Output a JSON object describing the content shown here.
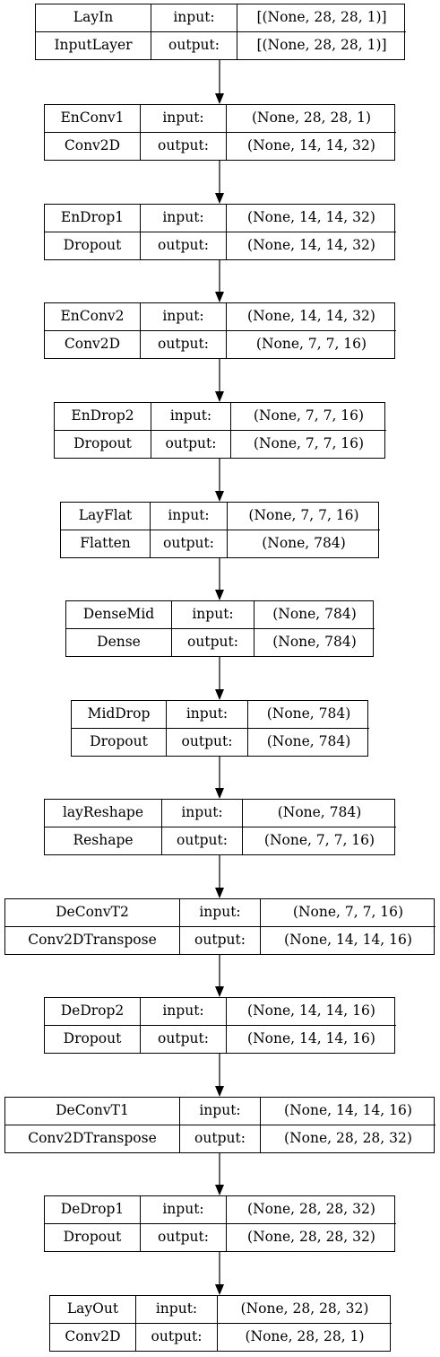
{
  "layers": [
    {
      "name": "LayIn",
      "type": "InputLayer",
      "input_label": "input:",
      "output_label": "output:",
      "input_shape": "[(None, 28, 28, 1)]",
      "output_shape": "[(None, 28, 28, 1)]"
    },
    {
      "name": "EnConv1",
      "type": "Conv2D",
      "input_label": "input:",
      "output_label": "output:",
      "input_shape": "(None, 28, 28, 1)",
      "output_shape": "(None, 14, 14, 32)"
    },
    {
      "name": "EnDrop1",
      "type": "Dropout",
      "input_label": "input:",
      "output_label": "output:",
      "input_shape": "(None, 14, 14, 32)",
      "output_shape": "(None, 14, 14, 32)"
    },
    {
      "name": "EnConv2",
      "type": "Conv2D",
      "input_label": "input:",
      "output_label": "output:",
      "input_shape": "(None, 14, 14, 32)",
      "output_shape": "(None, 7, 7, 16)"
    },
    {
      "name": "EnDrop2",
      "type": "Dropout",
      "input_label": "input:",
      "output_label": "output:",
      "input_shape": "(None, 7, 7, 16)",
      "output_shape": "(None, 7, 7, 16)"
    },
    {
      "name": "LayFlat",
      "type": "Flatten",
      "input_label": "input:",
      "output_label": "output:",
      "input_shape": "(None, 7, 7, 16)",
      "output_shape": "(None, 784)"
    },
    {
      "name": "DenseMid",
      "type": "Dense",
      "input_label": "input:",
      "output_label": "output:",
      "input_shape": "(None, 784)",
      "output_shape": "(None, 784)"
    },
    {
      "name": "MidDrop",
      "type": "Dropout",
      "input_label": "input:",
      "output_label": "output:",
      "input_shape": "(None, 784)",
      "output_shape": "(None, 784)"
    },
    {
      "name": "layReshape",
      "type": "Reshape",
      "input_label": "input:",
      "output_label": "output:",
      "input_shape": "(None, 784)",
      "output_shape": "(None, 7, 7, 16)"
    },
    {
      "name": "DeConvT2",
      "type": "Conv2DTranspose",
      "input_label": "input:",
      "output_label": "output:",
      "input_shape": "(None, 7, 7, 16)",
      "output_shape": "(None, 14, 14, 16)"
    },
    {
      "name": "DeDrop2",
      "type": "Dropout",
      "input_label": "input:",
      "output_label": "output:",
      "input_shape": "(None, 14, 14, 16)",
      "output_shape": "(None, 14, 14, 16)"
    },
    {
      "name": "DeConvT1",
      "type": "Conv2DTranspose",
      "input_label": "input:",
      "output_label": "output:",
      "input_shape": "(None, 14, 14, 16)",
      "output_shape": "(None, 28, 28, 32)"
    },
    {
      "name": "DeDrop1",
      "type": "Dropout",
      "input_label": "input:",
      "output_label": "output:",
      "input_shape": "(None, 28, 28, 32)",
      "output_shape": "(None, 28, 28, 32)"
    },
    {
      "name": "LayOut",
      "type": "Conv2D",
      "input_label": "input:",
      "output_label": "output:",
      "input_shape": "(None, 28, 28, 32)",
      "output_shape": "(None, 28, 28, 1)"
    }
  ]
}
